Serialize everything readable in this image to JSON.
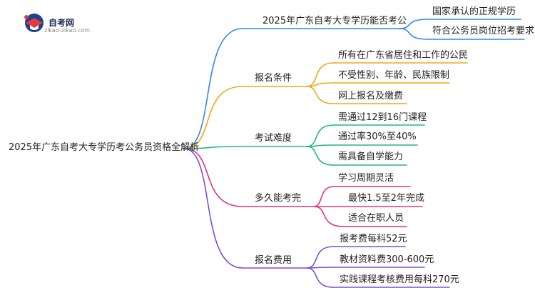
{
  "logo": {
    "name": "自考网",
    "url": "zikao-zikao.com"
  },
  "root": "2025年广东自考大专学历考公务员资格全解析",
  "branches": [
    {
      "label": "2025年广东自考大专学历能否考公",
      "color": "#2f88e8",
      "items": [
        "国家承认的正规学历",
        "符合公务员岗位招考要求"
      ]
    },
    {
      "label": "报名条件",
      "color": "#f0a81a",
      "items": [
        "所有在广东省居住和工作的公民",
        "不受性别、年龄、民族限制",
        "网上报名及缴费"
      ]
    },
    {
      "label": "考试难度",
      "color": "#25b584",
      "items": [
        "需通过12到16门课程",
        "通过率30%至40%",
        "需具备自学能力"
      ]
    },
    {
      "label": "多久能考完",
      "color": "#e2357f",
      "items": [
        "学习周期灵活",
        "最快1.5至2年完成",
        "适合在职人员"
      ]
    },
    {
      "label": "报名费用",
      "color": "#7c4fd6",
      "items": [
        "报考费每科52元",
        "教材资料费300-600元",
        "实践课程考核费用每科270元"
      ]
    }
  ]
}
